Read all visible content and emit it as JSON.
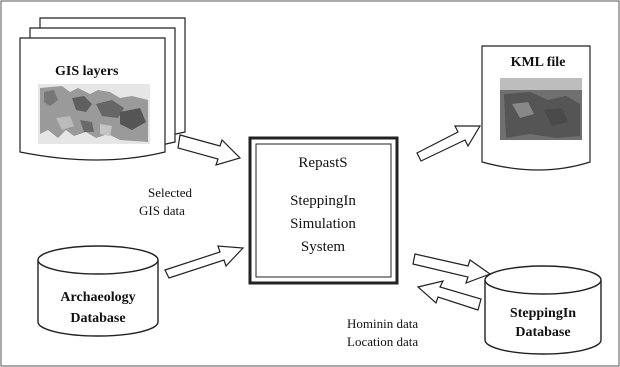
{
  "gis": {
    "title": "GIS layers"
  },
  "kml": {
    "title": "KML file"
  },
  "center": {
    "line1": "RepastS",
    "line2": "SteppingIn",
    "line3": "Simulation",
    "line4": "System"
  },
  "labels": {
    "selected_line1": "Selected",
    "selected_line2": "GIS data",
    "hominin": "Hominin data",
    "location": "Location data"
  },
  "archaeology": {
    "line1": "Archaeology",
    "line2": "Database"
  },
  "steppingin_db": {
    "line1": "SteppingIn",
    "line2": "Database"
  },
  "colors": {
    "stroke": "#222222",
    "map_land": "#9a9a9a",
    "map_dark": "#555555",
    "map_sea": "#d8d8d8",
    "kml_fill": "#6e6e6e"
  }
}
